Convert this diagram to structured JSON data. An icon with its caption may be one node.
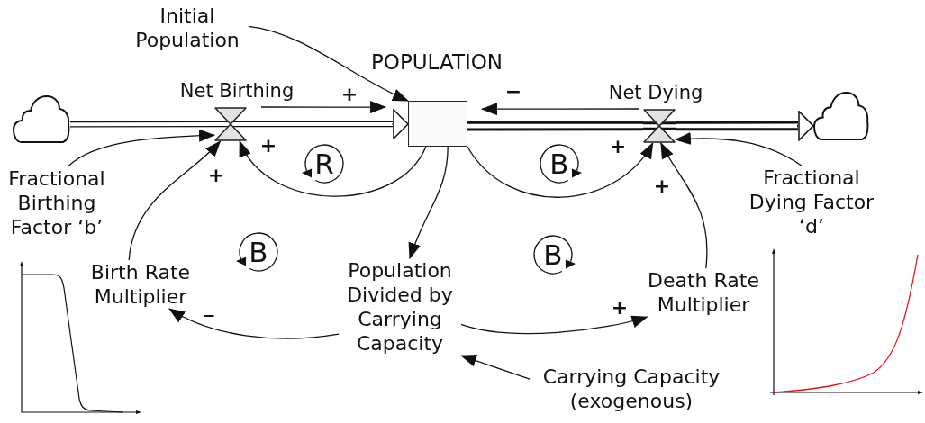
{
  "diagram": {
    "nodes": [
      {
        "text": [
          "Initial Population"
        ]
      },
      {
        "text": [
          "POPULATION"
        ]
      },
      {
        "text": [],
        "shape": "cloud"
      },
      {
        "text": [
          "Net Birthing"
        ]
      },
      {
        "text": [
          "Net Dying"
        ]
      },
      {
        "text": [],
        "shape": "cloud"
      },
      {
        "text": [
          "R"
        ]
      },
      {
        "text": [
          "B"
        ]
      },
      {
        "text": [
          "Fractional Birthing Factor ‘b’"
        ]
      },
      {
        "text": [
          "Fractional Dying Factor ‘d’"
        ]
      },
      {
        "text": [
          "B"
        ]
      },
      {
        "text": [
          "B"
        ]
      },
      {
        "text": [
          "Birth Rate Multiplier"
        ]
      },
      {
        "text": [
          "Population Divided by Carrying Capacity"
        ]
      },
      {
        "text": [
          "Death Rate Multiplier"
        ]
      },
      {
        "text": [
          "Carrying Capacity (exogenous)"
        ]
      }
    ],
    "edges": [
      {
        "from": 0,
        "to": 1,
        "arrow": "to"
      },
      {
        "from": 2,
        "to": 3,
        "arrow": "none"
      },
      {
        "from": 3,
        "to": 1,
        "arrow": "to"
      },
      {
        "from": 1,
        "to": 4,
        "arrow": "none",
        "style": "thick"
      },
      {
        "from": 4,
        "to": 5,
        "arrow": "to",
        "style": "thick"
      },
      {
        "from": 3,
        "to": 1,
        "arrow": "to",
        "label": "+"
      },
      {
        "from": 4,
        "to": 1,
        "arrow": "to",
        "label": "−"
      },
      {
        "from": 1,
        "to": 3,
        "arrow": "to",
        "label": "+"
      },
      {
        "from": 8,
        "to": 3,
        "arrow": "to"
      },
      {
        "from": 12,
        "to": 3,
        "arrow": "to",
        "label": "+"
      },
      {
        "from": 1,
        "to": 13,
        "arrow": "to"
      },
      {
        "from": 1,
        "to": 4,
        "arrow": "to",
        "label": "+"
      },
      {
        "from": 9,
        "to": 4,
        "arrow": "to"
      },
      {
        "from": 14,
        "to": 4,
        "arrow": "to",
        "label": "+"
      },
      {
        "from": 13,
        "to": 12,
        "arrow": "to",
        "label": "_"
      },
      {
        "from": 13,
        "to": 14,
        "arrow": "to",
        "label": "+"
      },
      {
        "from": 15,
        "to": 13,
        "arrow": "to"
      }
    ]
  }
}
